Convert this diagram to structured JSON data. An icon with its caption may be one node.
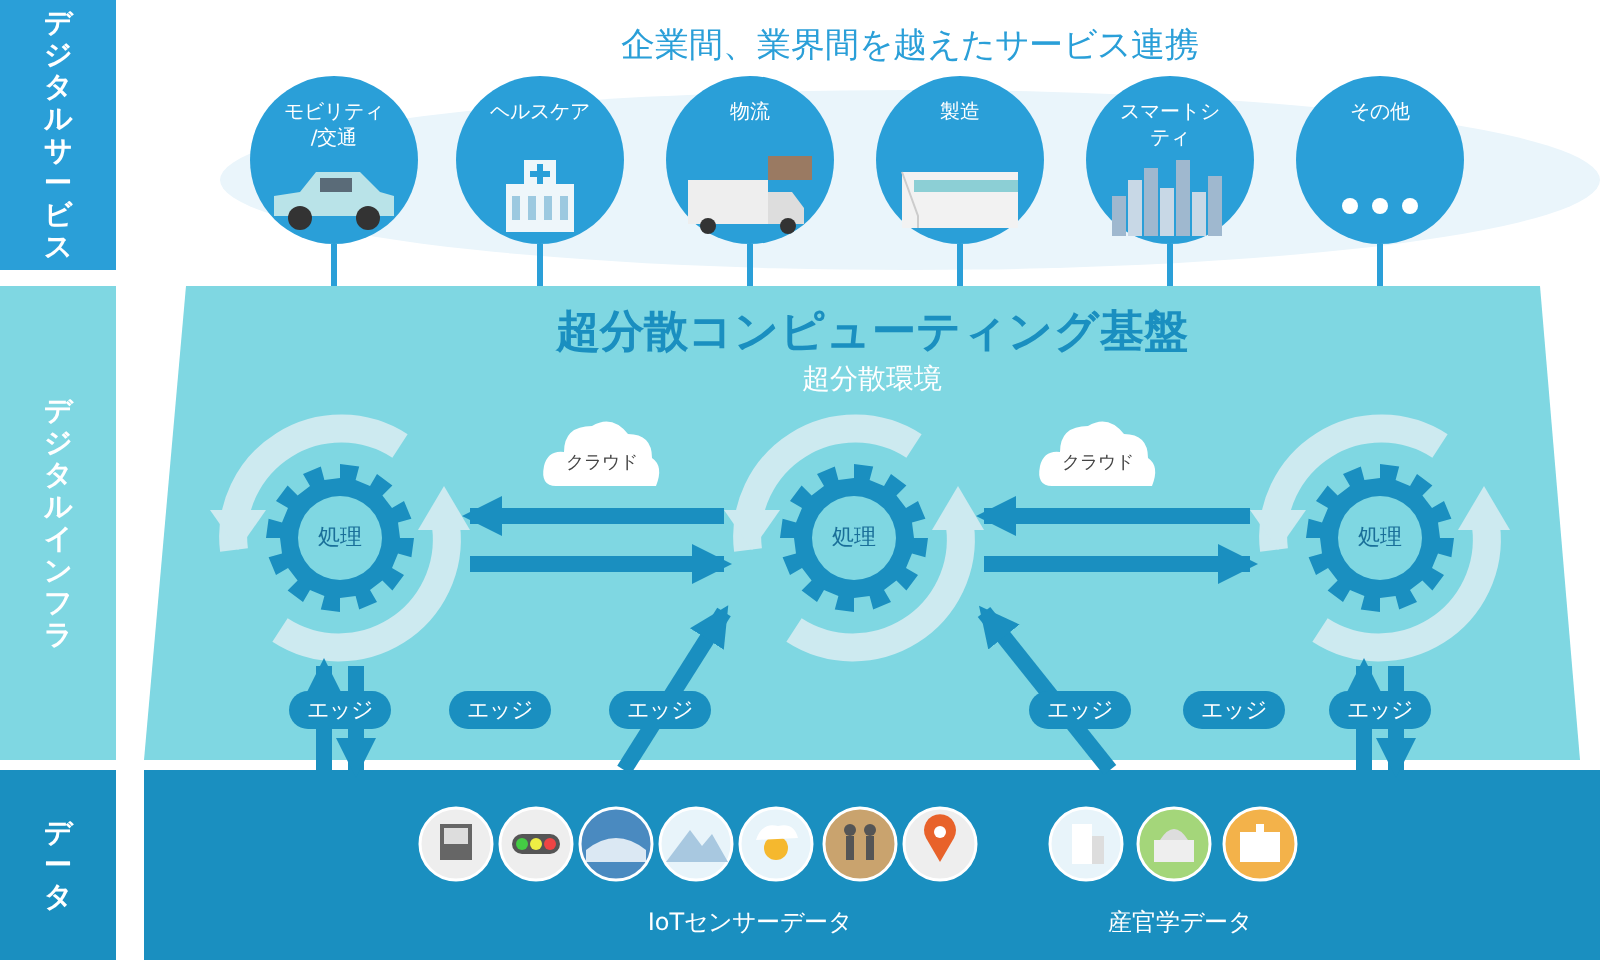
{
  "diagram": {
    "nodes": [
      {
        "text": [
          "企業間、業界間を越えたサービス連携"
        ]
      },
      {
        "text": [
          "モビリティ /交通"
        ],
        "in": 0
      },
      {
        "text": [
          "ヘルスケア"
        ],
        "in": 0
      },
      {
        "text": [
          "物流"
        ],
        "in": 0
      },
      {
        "text": [
          "製造"
        ],
        "in": 0
      },
      {
        "text": [
          "スマートシティ"
        ],
        "in": 0
      },
      {
        "text": [
          "その他"
        ],
        "in": 0
      },
      {
        "text": [
          "超分散コンピューティング基盤",
          "超分散環境"
        ]
      },
      {
        "text": [
          "クラウド"
        ],
        "in": 7
      },
      {
        "text": [
          "クラウド"
        ],
        "in": 7
      },
      {
        "text": [
          "処理"
        ],
        "in": 7
      },
      {
        "text": [
          "処理"
        ],
        "in": 7
      },
      {
        "text": [
          "処理"
        ],
        "in": 7
      },
      {
        "text": [
          "IoTセンサーデータ",
          "産官学データ"
        ]
      }
    ],
    "edges": [
      {
        "from": 1,
        "to": 7,
        "arrow": "none",
        "color": "#2a9fd8"
      },
      {
        "from": 2,
        "to": 7,
        "arrow": "none",
        "color": "#2a9fd8"
      },
      {
        "from": 3,
        "to": 7,
        "arrow": "none",
        "color": "#2a9fd8"
      },
      {
        "from": 4,
        "to": 7,
        "arrow": "none",
        "color": "#2a9fd8"
      },
      {
        "from": 5,
        "to": 7,
        "arrow": "none",
        "color": "#2a9fd8"
      },
      {
        "from": 6,
        "to": 7,
        "arrow": "none",
        "color": "#2a9fd8"
      },
      {
        "from": 11,
        "to": 10,
        "arrow": "to"
      },
      {
        "from": 10,
        "to": 11,
        "arrow": "to"
      },
      {
        "from": 12,
        "to": 11,
        "arrow": "to"
      },
      {
        "from": 11,
        "to": 12,
        "arrow": "to"
      },
      {
        "from": 13,
        "to": 10,
        "arrow": "to",
        "label": "エッジ"
      },
      {
        "from": 10,
        "to": 13,
        "arrow": "to"
      },
      {
        "from": 13,
        "to": 11,
        "arrow": "to",
        "label": "エッジ"
      },
      {
        "from": 13,
        "to": 11,
        "arrow": "to",
        "label": "エッジ"
      },
      {
        "from": 13,
        "to": 12,
        "arrow": "to",
        "label": "エッジ"
      },
      {
        "from": 12,
        "to": 13,
        "arrow": "to"
      }
    ],
    "labels": [
      "デジタルサービス",
      "デジタルインフラ",
      "データ",
      "エッジ",
      "エッジ"
    ]
  }
}
